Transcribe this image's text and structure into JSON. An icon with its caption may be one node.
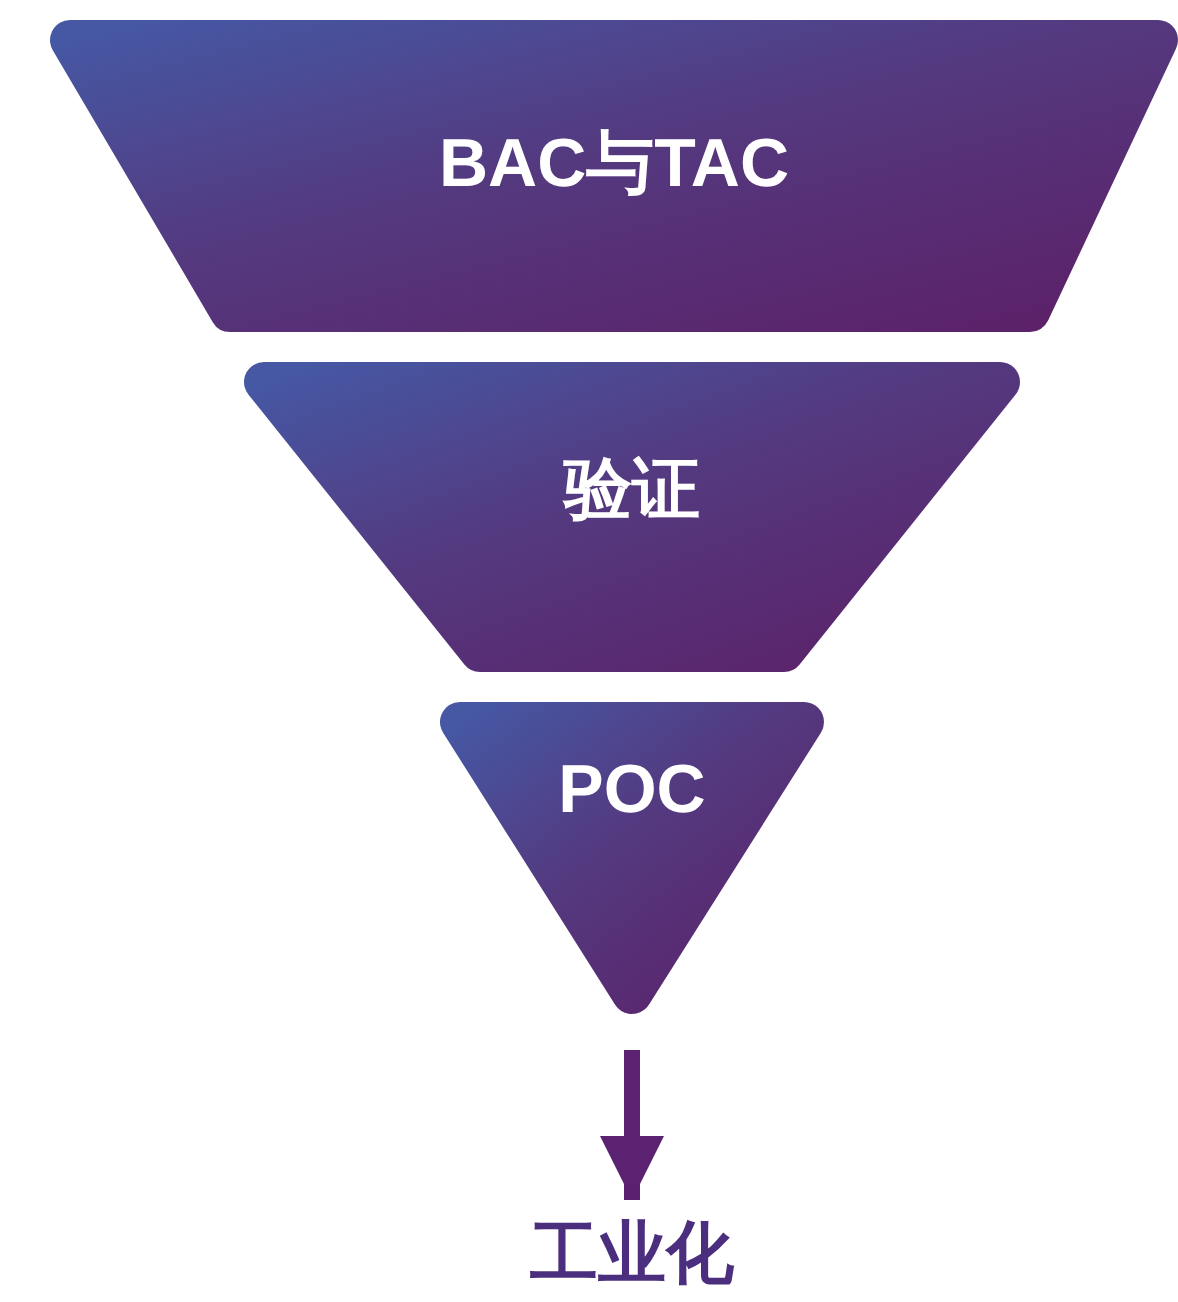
{
  "diagram": {
    "nodes": [
      {
        "text": [
          "BAC与TAC"
        ]
      },
      {
        "text": [
          "验证"
        ]
      },
      {
        "text": [
          "POC"
        ]
      },
      {
        "text": [
          "工业化"
        ]
      }
    ],
    "edges": [
      {
        "from": 2,
        "to": 3,
        "arrow": "to"
      }
    ]
  }
}
